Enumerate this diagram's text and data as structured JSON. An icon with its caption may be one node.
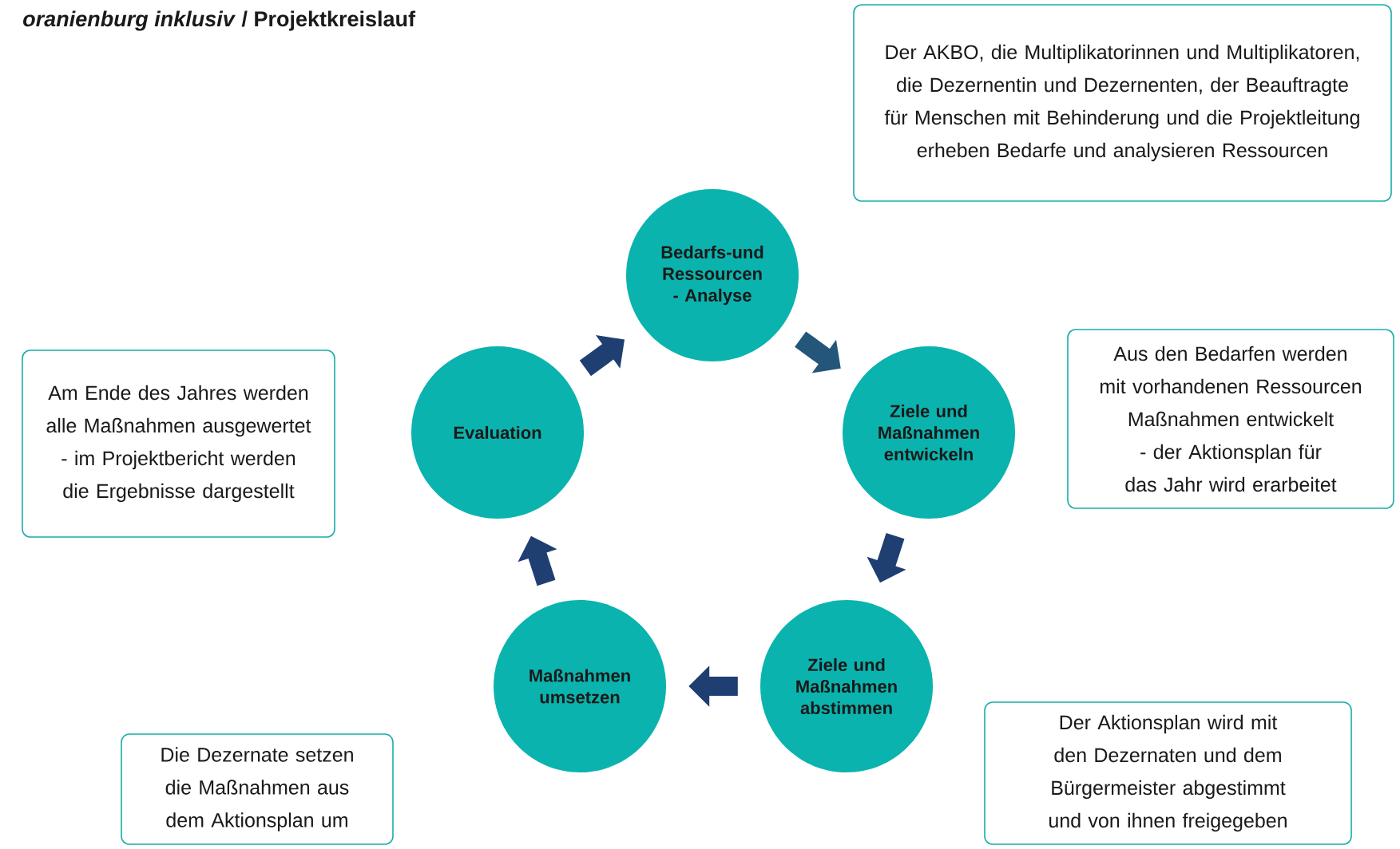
{
  "diagram": {
    "title": "*oranienburg inklusiv* / Projektkreislauf",
    "nodes": [
      {
        "text": [
          "Bedarfs-und Ressourcen - Analyse"
        ]
      },
      {
        "text": [
          "Ziele und Maßnahmen entwickeln"
        ]
      },
      {
        "text": [
          "Ziele und Maßnahmen abstimmen"
        ]
      },
      {
        "text": [
          "Maßnahmen umsetzen"
        ]
      },
      {
        "text": [
          "Evaluation"
        ]
      },
      {
        "text": [
          "Der AKBO, die Multiplikatorinnen und Multiplikatoren, die Dezernentin und Dezernenten, der Beauftragte für Menschen mit Behinderung und die Projektleitung erheben Bedarfe und analysieren Ressourcen"
        ]
      },
      {
        "text": [
          "Am Ende des Jahres werden alle Maßnahmen ausgewertet - im Projektbericht werden die Ergebnisse dargestellt"
        ]
      },
      {
        "text": [
          "Aus den Bedarfen werden mit vorhandenen Ressourcen Maßnahmen entwickelt - der Aktionsplan für das Jahr wird erarbeitet"
        ]
      },
      {
        "text": [
          "Die Dezernate setzen die Maßnahmen aus dem Aktionsplan um"
        ]
      },
      {
        "text": [
          "Der Aktionsplan wird mit den Dezernaten und dem Bürgermeister abgestimmt und von ihnen freigegeben"
        ]
      }
    ],
    "edges": [
      {
        "from": 0,
        "to": 1,
        "arrow": "to",
        "color": "#24567a"
      },
      {
        "from": 1,
        "to": 2,
        "arrow": "to"
      },
      {
        "from": 2,
        "to": 3,
        "arrow": "to"
      },
      {
        "from": 3,
        "to": 4,
        "arrow": "to"
      },
      {
        "from": 4,
        "to": 0,
        "arrow": "to"
      }
    ]
  }
}
